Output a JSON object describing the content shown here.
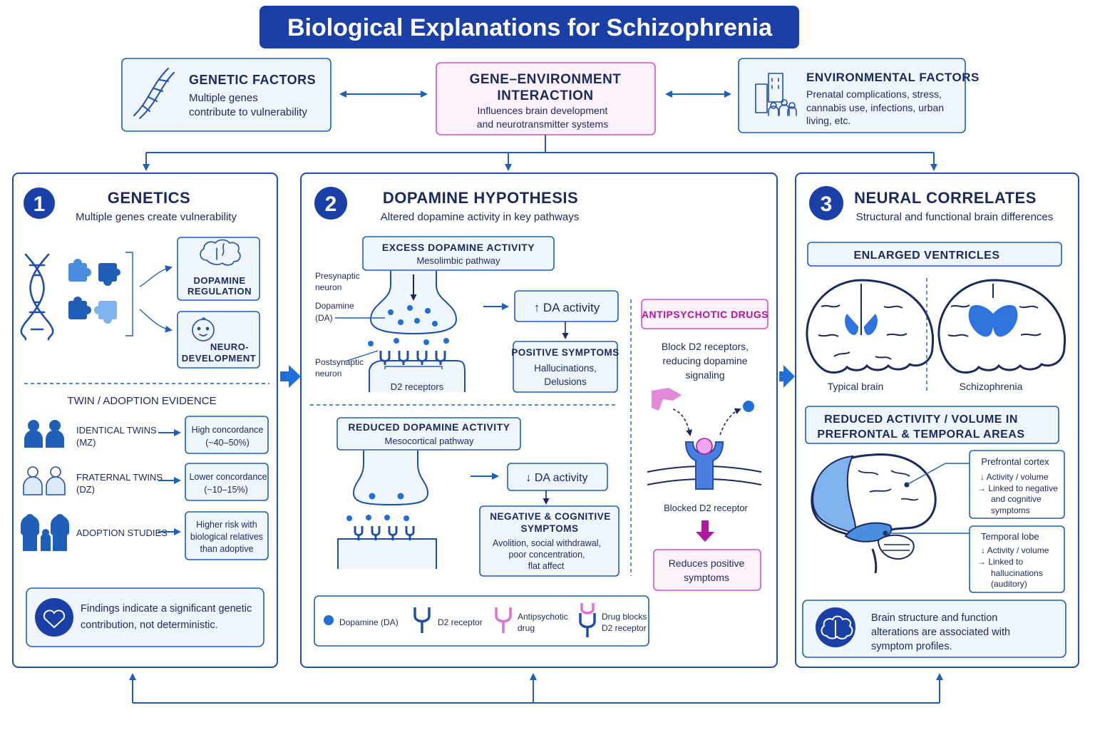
{
  "title": "Biological Explanations for Schizophrenia",
  "top": {
    "genetic": {
      "heading": "GENETIC FACTORS",
      "line1": "Multiple genes",
      "line2": "contribute to vulnerability"
    },
    "interaction": {
      "heading1": "GENE–ENVIRONMENT",
      "heading2": "INTERACTION",
      "line1": "Influences brain development",
      "line2": "and neurotransmitter systems"
    },
    "environmental": {
      "heading": "ENVIRONMENTAL FACTORS",
      "line1": "Prenatal complications, stress,",
      "line2": "cannabis use, infections, urban",
      "line3": "living, etc."
    }
  },
  "genetics": {
    "number": "1",
    "heading": "GENETICS",
    "subtitle": "Multiple genes create vulnerability",
    "dopamine_box": [
      "DOPAMINE",
      "REGULATION"
    ],
    "neuro_box": [
      "NEURO-",
      "DEVELOPMENT"
    ],
    "evidence_heading": "TWIN / ADOPTION EVIDENCE",
    "identical": {
      "label1": "IDENTICAL TWINS",
      "label2": "(MZ)",
      "result1": "High concordance",
      "result2": "(~40–50%)"
    },
    "fraternal": {
      "label1": "FRATERNAL TWINS",
      "label2": "(DZ)",
      "result1": "Lower concordance",
      "result2": "(~10–15%)"
    },
    "adoption": {
      "label": "ADOPTION STUDIES",
      "result1": "Higher risk with",
      "result2": "biological relatives",
      "result3": "than adoptive"
    },
    "finding1": "Findings indicate a significant genetic",
    "finding2": "contribution, not deterministic."
  },
  "dopamine": {
    "number": "2",
    "heading": "DOPAMINE HYPOTHESIS",
    "subtitle": "Altered dopamine activity in key pathways",
    "excess": {
      "heading": "EXCESS DOPAMINE ACTIVITY",
      "sub": "Mesolimbic pathway"
    },
    "labels": {
      "presyn1": "Presynaptic",
      "presyn2": "neuron",
      "da1": "Dopamine",
      "da2": "(DA)",
      "postsyn1": "Postsynaptic",
      "postsyn2": "neuron",
      "d2": "D2 receptors"
    },
    "up_activity": "↑ DA activity",
    "positive": {
      "heading": "POSITIVE SYMPTOMS",
      "line1": "Hallucinations,",
      "line2": "Delusions"
    },
    "reduced": {
      "heading": "REDUCED DOPAMINE ACTIVITY",
      "sub": "Mesocortical pathway"
    },
    "down_activity": "↓ DA activity",
    "negative": {
      "heading1": "NEGATIVE & COGNITIVE",
      "heading2": "SYMPTOMS",
      "line1": "Avolition, social withdrawal,",
      "line2": "poor concentration,",
      "line3": "flat affect"
    },
    "antipsychotic": {
      "heading": "ANTIPSYCHOTIC DRUGS",
      "line1": "Block D2 receptors,",
      "line2": "reducing dopamine",
      "line3": "signaling",
      "blocked": "Blocked D2 receptor",
      "result1": "Reduces positive",
      "result2": "symptoms"
    },
    "legend": {
      "dopamine": "Dopamine (DA)",
      "receptor": "D2 receptor",
      "drug1": "Antipsychotic",
      "drug2": "drug",
      "block1": "Drug blocks",
      "block2": "D2 receptor"
    }
  },
  "neural": {
    "number": "3",
    "heading": "NEURAL CORRELATES",
    "subtitle": "Structural and functional brain differences",
    "ventricles": "ENLARGED VENTRICLES",
    "typical": "Typical brain",
    "schizo": "Schizophrenia",
    "reduced1": "REDUCED ACTIVITY / VOLUME IN",
    "reduced2": "PREFRONTAL & TEMPORAL AREAS",
    "prefrontal": {
      "title": "Prefrontal cortex",
      "l1": "↓ Activity / volume",
      "l2": "→ Linked to negative",
      "l3": "and cognitive",
      "l4": "symptoms"
    },
    "temporal": {
      "title": "Temporal lobe",
      "l1": "↓ Activity / volume",
      "l2": "→ Linked to",
      "l3": "hallucinations",
      "l4": "(auditory)"
    },
    "summary1": "Brain structure and function",
    "summary2": "alterations are associated with",
    "summary3": "symptom profiles."
  },
  "colors": {
    "navy": "#1a3fa6",
    "accent": "#1f6fd6",
    "magenta": "#b0189e",
    "pink": "#e28ad8",
    "light": "#eef5fd"
  }
}
